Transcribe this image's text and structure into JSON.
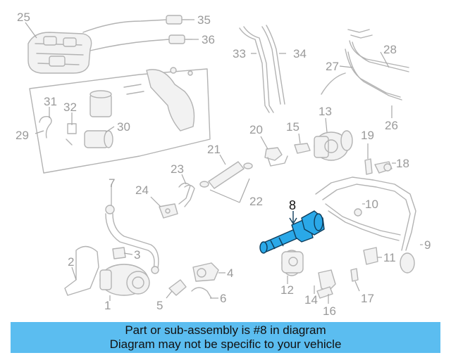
{
  "highlight_color": "#5bbdf0",
  "diagram": {
    "callouts": [
      {
        "id": "callout-25",
        "label": "25"
      },
      {
        "id": "callout-35",
        "label": "35"
      },
      {
        "id": "callout-36",
        "label": "36"
      },
      {
        "id": "callout-33",
        "label": "33"
      },
      {
        "id": "callout-34",
        "label": "34"
      },
      {
        "id": "callout-28",
        "label": "28"
      },
      {
        "id": "callout-27",
        "label": "27"
      },
      {
        "id": "callout-26",
        "label": "26"
      },
      {
        "id": "callout-31",
        "label": "31"
      },
      {
        "id": "callout-32",
        "label": "32"
      },
      {
        "id": "callout-29",
        "label": "29"
      },
      {
        "id": "callout-30",
        "label": "30"
      },
      {
        "id": "callout-13",
        "label": "13"
      },
      {
        "id": "callout-20",
        "label": "20"
      },
      {
        "id": "callout-15",
        "label": "15"
      },
      {
        "id": "callout-19",
        "label": "19"
      },
      {
        "id": "callout-18",
        "label": "18"
      },
      {
        "id": "callout-21",
        "label": "21"
      },
      {
        "id": "callout-23",
        "label": "23"
      },
      {
        "id": "callout-22",
        "label": "22"
      },
      {
        "id": "callout-24",
        "label": "24"
      },
      {
        "id": "callout-7",
        "label": "7"
      },
      {
        "id": "callout-10",
        "label": "10"
      },
      {
        "id": "callout-9",
        "label": "9"
      },
      {
        "id": "callout-11",
        "label": "11"
      },
      {
        "id": "callout-2",
        "label": "2"
      },
      {
        "id": "callout-3",
        "label": "3"
      },
      {
        "id": "callout-1",
        "label": "1"
      },
      {
        "id": "callout-4",
        "label": "4"
      },
      {
        "id": "callout-5",
        "label": "5"
      },
      {
        "id": "callout-6",
        "label": "6"
      },
      {
        "id": "callout-12",
        "label": "12"
      },
      {
        "id": "callout-14",
        "label": "14"
      },
      {
        "id": "callout-16",
        "label": "16"
      },
      {
        "id": "callout-17",
        "label": "17"
      }
    ],
    "highlighted_callout": "8"
  },
  "banner": {
    "line1": "Part or sub-assembly is #8 in diagram",
    "line2": "Diagram may not be specific to your vehicle"
  }
}
